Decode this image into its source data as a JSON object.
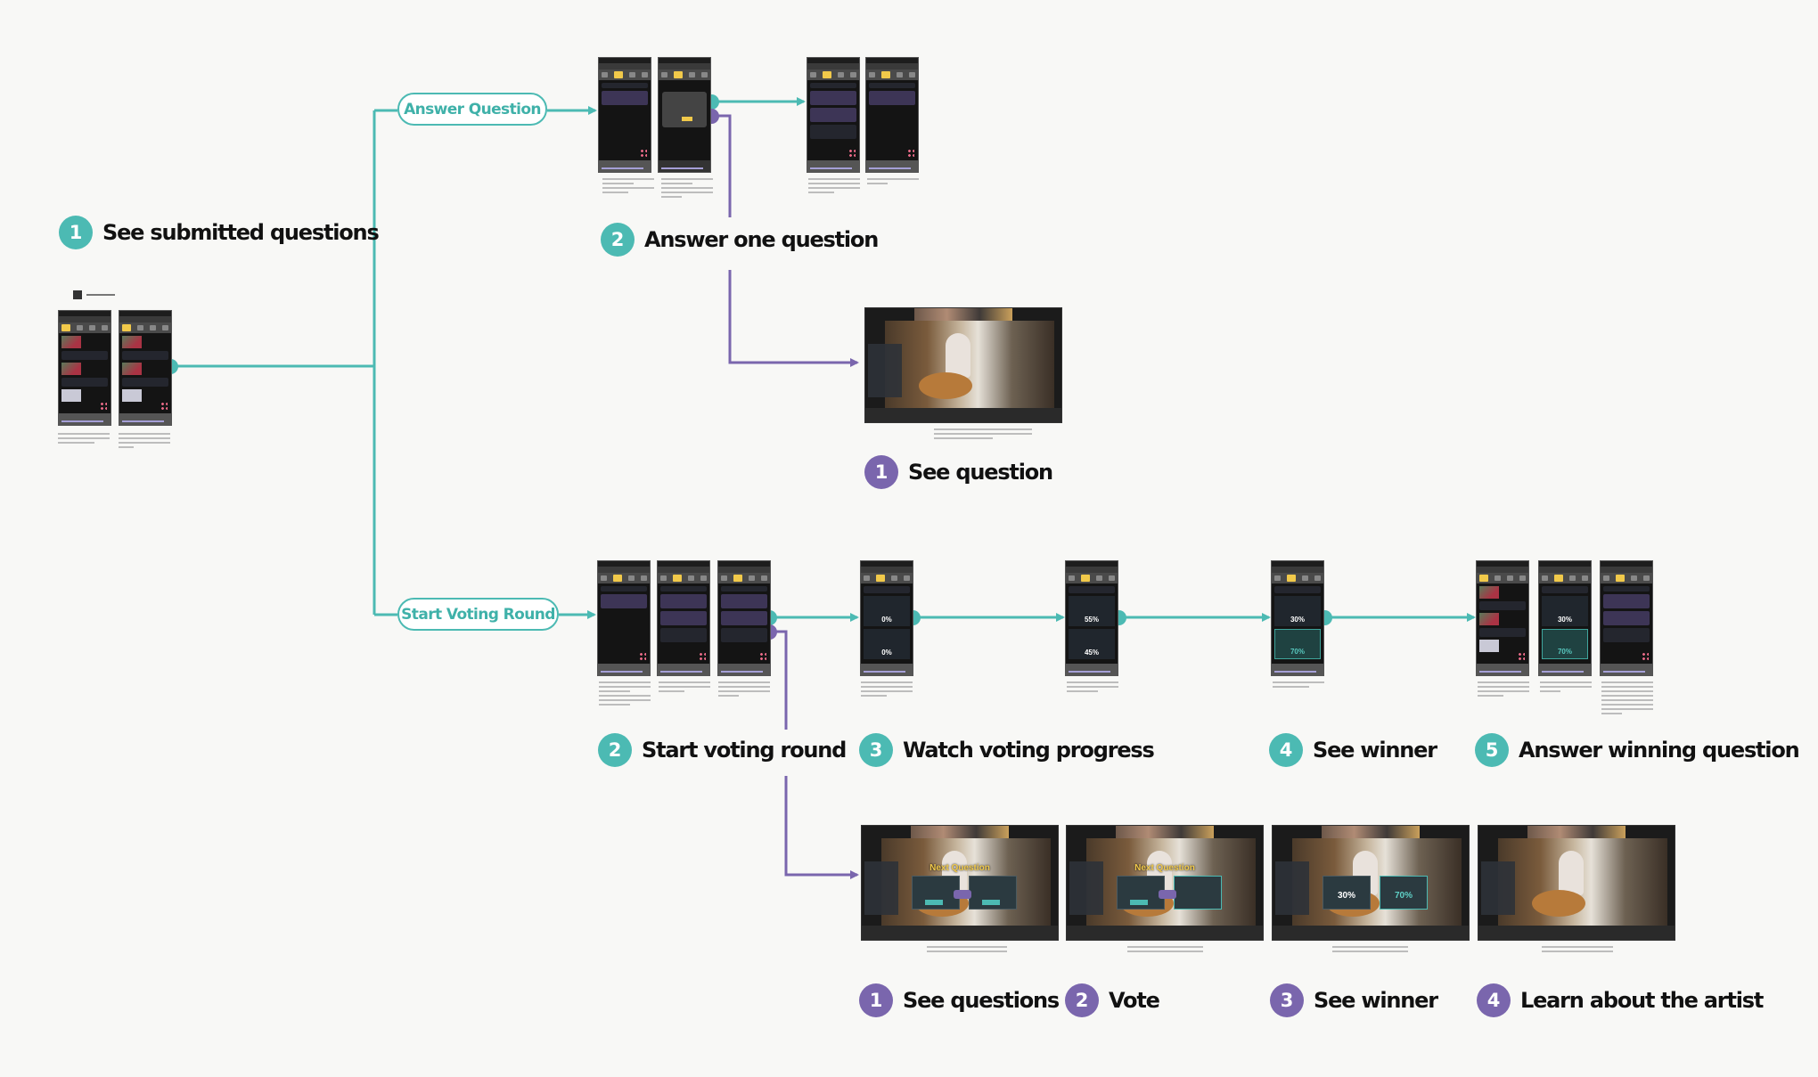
{
  "colors": {
    "teal": "#4cbab3",
    "purple": "#7a66ad",
    "background": "#f8f8f6"
  },
  "artist_flow": {
    "step1": {
      "num": "1",
      "label": "See submitted questions"
    },
    "branches": {
      "answer": "Answer Question",
      "voting": "Start Voting Round"
    },
    "answer_step": {
      "num": "2",
      "label": "Answer one question"
    },
    "voting_steps": [
      {
        "num": "2",
        "label": "Start voting round"
      },
      {
        "num": "3",
        "label": "Watch voting progress"
      },
      {
        "num": "4",
        "label": "See winner"
      },
      {
        "num": "5",
        "label": "Answer winning question"
      }
    ],
    "progress_start": {
      "top": "0%",
      "bottom": "0%"
    },
    "progress_mid": {
      "top": "55%",
      "bottom": "45%"
    },
    "winner": {
      "top": "30%",
      "bottom": "70%"
    },
    "answer_winning": {
      "top": "30%",
      "bottom": "70%"
    }
  },
  "fan_flow": {
    "see_question": {
      "num": "1",
      "label": "See question"
    },
    "voting_steps": [
      {
        "num": "1",
        "label": "See questions"
      },
      {
        "num": "2",
        "label": "Vote"
      },
      {
        "num": "3",
        "label": "See winner"
      },
      {
        "num": "4",
        "label": "Learn about the artist"
      }
    ],
    "overlay_title": "Next Question",
    "winner": {
      "left": "30%",
      "right": "70%"
    }
  }
}
